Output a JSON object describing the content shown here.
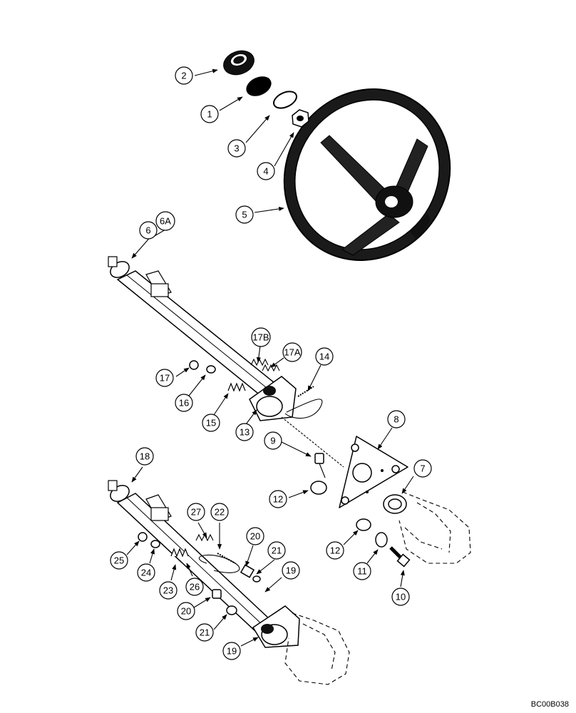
{
  "figure_code": "BC00B038",
  "callouts": {
    "c1": "1",
    "c2": "2",
    "c3": "3",
    "c4": "4",
    "c5": "5",
    "c6": "6",
    "c6a": "6A",
    "c7": "7",
    "c8": "8",
    "c9": "9",
    "c10": "10",
    "c11": "11",
    "c12a": "12",
    "c12b": "12",
    "c13": "13",
    "c14": "14",
    "c15": "15",
    "c16": "16",
    "c17": "17",
    "c17a": "17A",
    "c17b": "17B",
    "c18": "18",
    "c19a": "19",
    "c19b": "19",
    "c20a": "20",
    "c20b": "20",
    "c21a": "21",
    "c21b": "21",
    "c22": "22",
    "c23": "23",
    "c24": "24",
    "c25": "25",
    "c26": "26",
    "c27": "27"
  }
}
